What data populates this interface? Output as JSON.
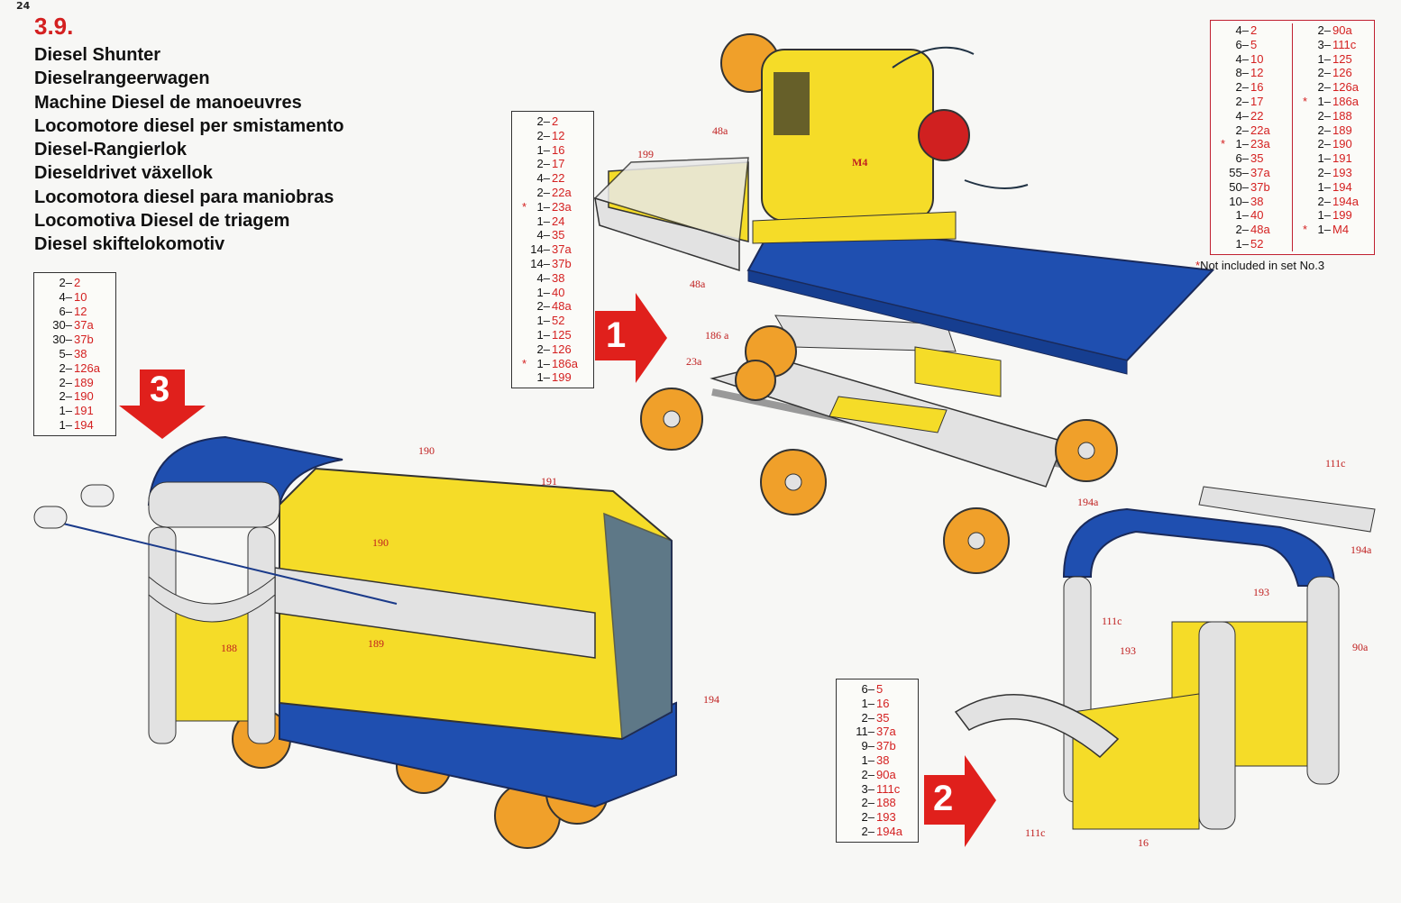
{
  "page_number": "24",
  "model_number": "3.9.",
  "model_names": [
    "Diesel Shunter",
    "Dieselrangeerwagen",
    "Machine Diesel de manoeuvres",
    "Locomotore diesel per smistamento",
    "Diesel-Rangierlok",
    "Dieseldrivet växellok",
    "Locomotora diesel para maniobras",
    "Locomotiva Diesel de triagem",
    "Diesel skiftelokomotiv"
  ],
  "parts_total": {
    "columns": [
      [
        [
          "",
          "4",
          "2"
        ],
        [
          "",
          "6",
          "5"
        ],
        [
          "",
          "4",
          "10"
        ],
        [
          "",
          "8",
          "12"
        ],
        [
          "",
          "2",
          "16"
        ],
        [
          "",
          "2",
          "17"
        ],
        [
          "",
          "4",
          "22"
        ],
        [
          "",
          "2",
          "22a"
        ],
        [
          "*",
          "1",
          "23a"
        ],
        [
          "",
          "6",
          "35"
        ],
        [
          "",
          "55",
          "37a"
        ],
        [
          "",
          "50",
          "37b"
        ],
        [
          "",
          "10",
          "38"
        ],
        [
          "",
          "1",
          "40"
        ],
        [
          "",
          "2",
          "48a"
        ],
        [
          "",
          "1",
          "52"
        ]
      ],
      [
        [
          "",
          "2",
          "90a"
        ],
        [
          "",
          "3",
          "111c"
        ],
        [
          "",
          "1",
          "125"
        ],
        [
          "",
          "2",
          "126"
        ],
        [
          "",
          "2",
          "126a"
        ],
        [
          "*",
          "1",
          "186a"
        ],
        [
          "",
          "2",
          "188"
        ],
        [
          "",
          "2",
          "189"
        ],
        [
          "",
          "2",
          "190"
        ],
        [
          "",
          "1",
          "191"
        ],
        [
          "",
          "2",
          "193"
        ],
        [
          "",
          "1",
          "194"
        ],
        [
          "",
          "2",
          "194a"
        ],
        [
          "",
          "1",
          "199"
        ],
        [
          "*",
          "1",
          "M4"
        ]
      ]
    ],
    "footnote_star": "*",
    "footnote": "Not included in set No.3"
  },
  "parts_step1": [
    [
      "",
      "2",
      "2"
    ],
    [
      "",
      "2",
      "12"
    ],
    [
      "",
      "1",
      "16"
    ],
    [
      "",
      "2",
      "17"
    ],
    [
      "",
      "4",
      "22"
    ],
    [
      "",
      "2",
      "22a"
    ],
    [
      "*",
      "1",
      "23a"
    ],
    [
      "",
      "1",
      "24"
    ],
    [
      "",
      "4",
      "35"
    ],
    [
      "",
      "14",
      "37a"
    ],
    [
      "",
      "14",
      "37b"
    ],
    [
      "",
      "4",
      "38"
    ],
    [
      "",
      "1",
      "40"
    ],
    [
      "",
      "2",
      "48a"
    ],
    [
      "",
      "1",
      "52"
    ],
    [
      "",
      "1",
      "125"
    ],
    [
      "",
      "2",
      "126"
    ],
    [
      "*",
      "1",
      "186a"
    ],
    [
      "",
      "1",
      "199"
    ]
  ],
  "parts_step2": [
    [
      "",
      "6",
      "5"
    ],
    [
      "",
      "1",
      "16"
    ],
    [
      "",
      "2",
      "35"
    ],
    [
      "",
      "11",
      "37a"
    ],
    [
      "",
      "9",
      "37b"
    ],
    [
      "",
      "1",
      "38"
    ],
    [
      "",
      "2",
      "90a"
    ],
    [
      "",
      "3",
      "111c"
    ],
    [
      "",
      "2",
      "188"
    ],
    [
      "",
      "2",
      "193"
    ],
    [
      "",
      "2",
      "194a"
    ]
  ],
  "parts_step3": [
    [
      "",
      "2",
      "2"
    ],
    [
      "",
      "4",
      "10"
    ],
    [
      "",
      "6",
      "12"
    ],
    [
      "",
      "30",
      "37a"
    ],
    [
      "",
      "30",
      "37b"
    ],
    [
      "",
      "5",
      "38"
    ],
    [
      "",
      "2",
      "126a"
    ],
    [
      "",
      "2",
      "189"
    ],
    [
      "",
      "2",
      "190"
    ],
    [
      "",
      "1",
      "191"
    ],
    [
      "",
      "1",
      "194"
    ]
  ],
  "steps": {
    "one": "1",
    "two": "2",
    "three": "3"
  },
  "labels": {
    "s1_199": "199",
    "s1_48a_top": "48a",
    "s1_48a_bottom": "48a",
    "s1_m4": "M4",
    "s1_186a": "186 a",
    "s1_23a": "23a",
    "s3_190_top": "190",
    "s3_191": "191",
    "s3_190_side": "190",
    "s3_189": "189",
    "s3_188": "188",
    "s3_194": "194",
    "s2_111c_top": "111c",
    "s2_194a_left": "194a",
    "s2_194a_right": "194a",
    "s2_193_top": "193",
    "s2_111c_mid": "111c",
    "s2_193_mid": "193",
    "s2_90a": "90a",
    "s2_111c_bottom": "111c",
    "s2_16": "16"
  },
  "colors": {
    "accent_red": "#d42020",
    "meccano_blue": "#1f4fb0",
    "meccano_yellow": "#f5dc28",
    "wheel_orange": "#f0a02a",
    "strip_grey": "#dcdcdc"
  }
}
